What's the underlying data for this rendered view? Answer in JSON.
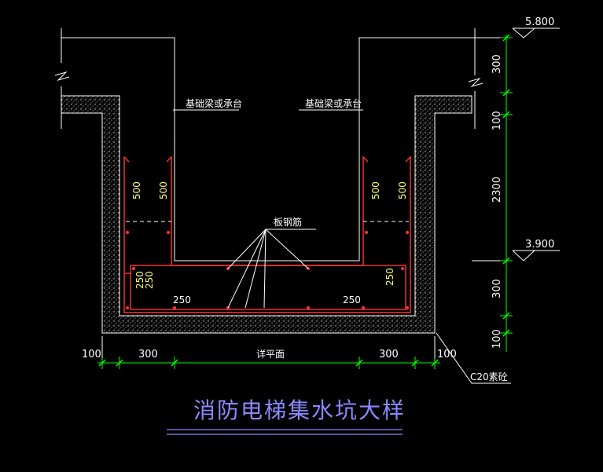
{
  "drawing": {
    "title": "消防电梯集水坑大样",
    "labels": {
      "foundation_left": "基础梁或承台",
      "foundation_right": "基础梁或承台",
      "rebar_note": "板钢筋",
      "concrete_note": "C20素砼",
      "plan_note": "详平面"
    },
    "elevations": {
      "top": "5.800",
      "bottom": "3.900"
    },
    "vertical_dims": [
      "300",
      "100",
      "2300",
      "300",
      "100"
    ],
    "horizontal_dims": [
      "100",
      "300",
      "300",
      "100"
    ],
    "rebar_dims": {
      "left_500_a": "500",
      "left_500_b": "500",
      "right_500_a": "500",
      "right_500_b": "500",
      "left_250_v1": "250",
      "left_250_v2": "250",
      "right_250_v": "250",
      "left_250_h": "250",
      "right_250_h": "250"
    },
    "colors": {
      "background": "#000000",
      "structure": "#ffffff",
      "rebar": "#ff3333",
      "dimension": "#00ff00",
      "title": "#8a8aff",
      "rebar_text": "#ffff66"
    }
  }
}
